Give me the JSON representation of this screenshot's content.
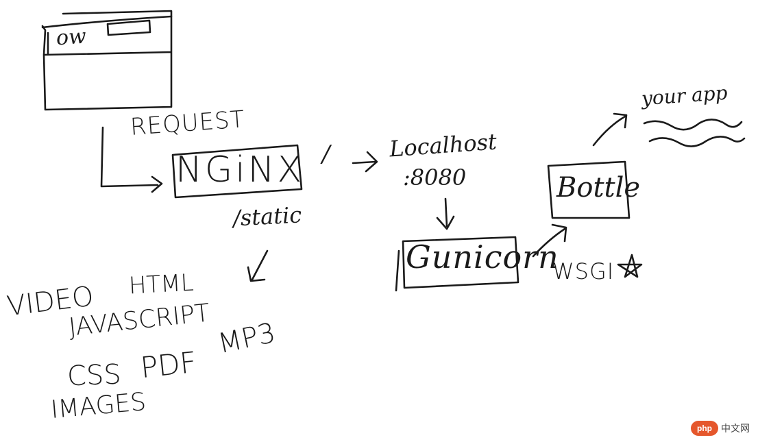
{
  "colors": {
    "ink": "#1a1a1a",
    "background": "#ffffff",
    "watermark_logo": "#e5572c"
  },
  "browser_window": {
    "title": "ow"
  },
  "flow": {
    "request_label": "REQUEST",
    "nginx_label": "NGiNX",
    "root_route": "/",
    "localhost_label": "Localhost",
    "port_label": ":8080",
    "gunicorn_label": "Gunicorn",
    "bottle_label": "Bottle",
    "wsgi_label": "WSGI",
    "your_app_label": "your app",
    "static_route": "/static"
  },
  "static_assets": {
    "video": "VIDEO",
    "html": "HTML",
    "javascript": "JAVASCRIPT",
    "mp3": "MP3",
    "css": "CSS",
    "pdf": "PDF",
    "images": "IMAGES"
  },
  "watermark": {
    "logo_text": "php",
    "site_text": "中文网"
  }
}
